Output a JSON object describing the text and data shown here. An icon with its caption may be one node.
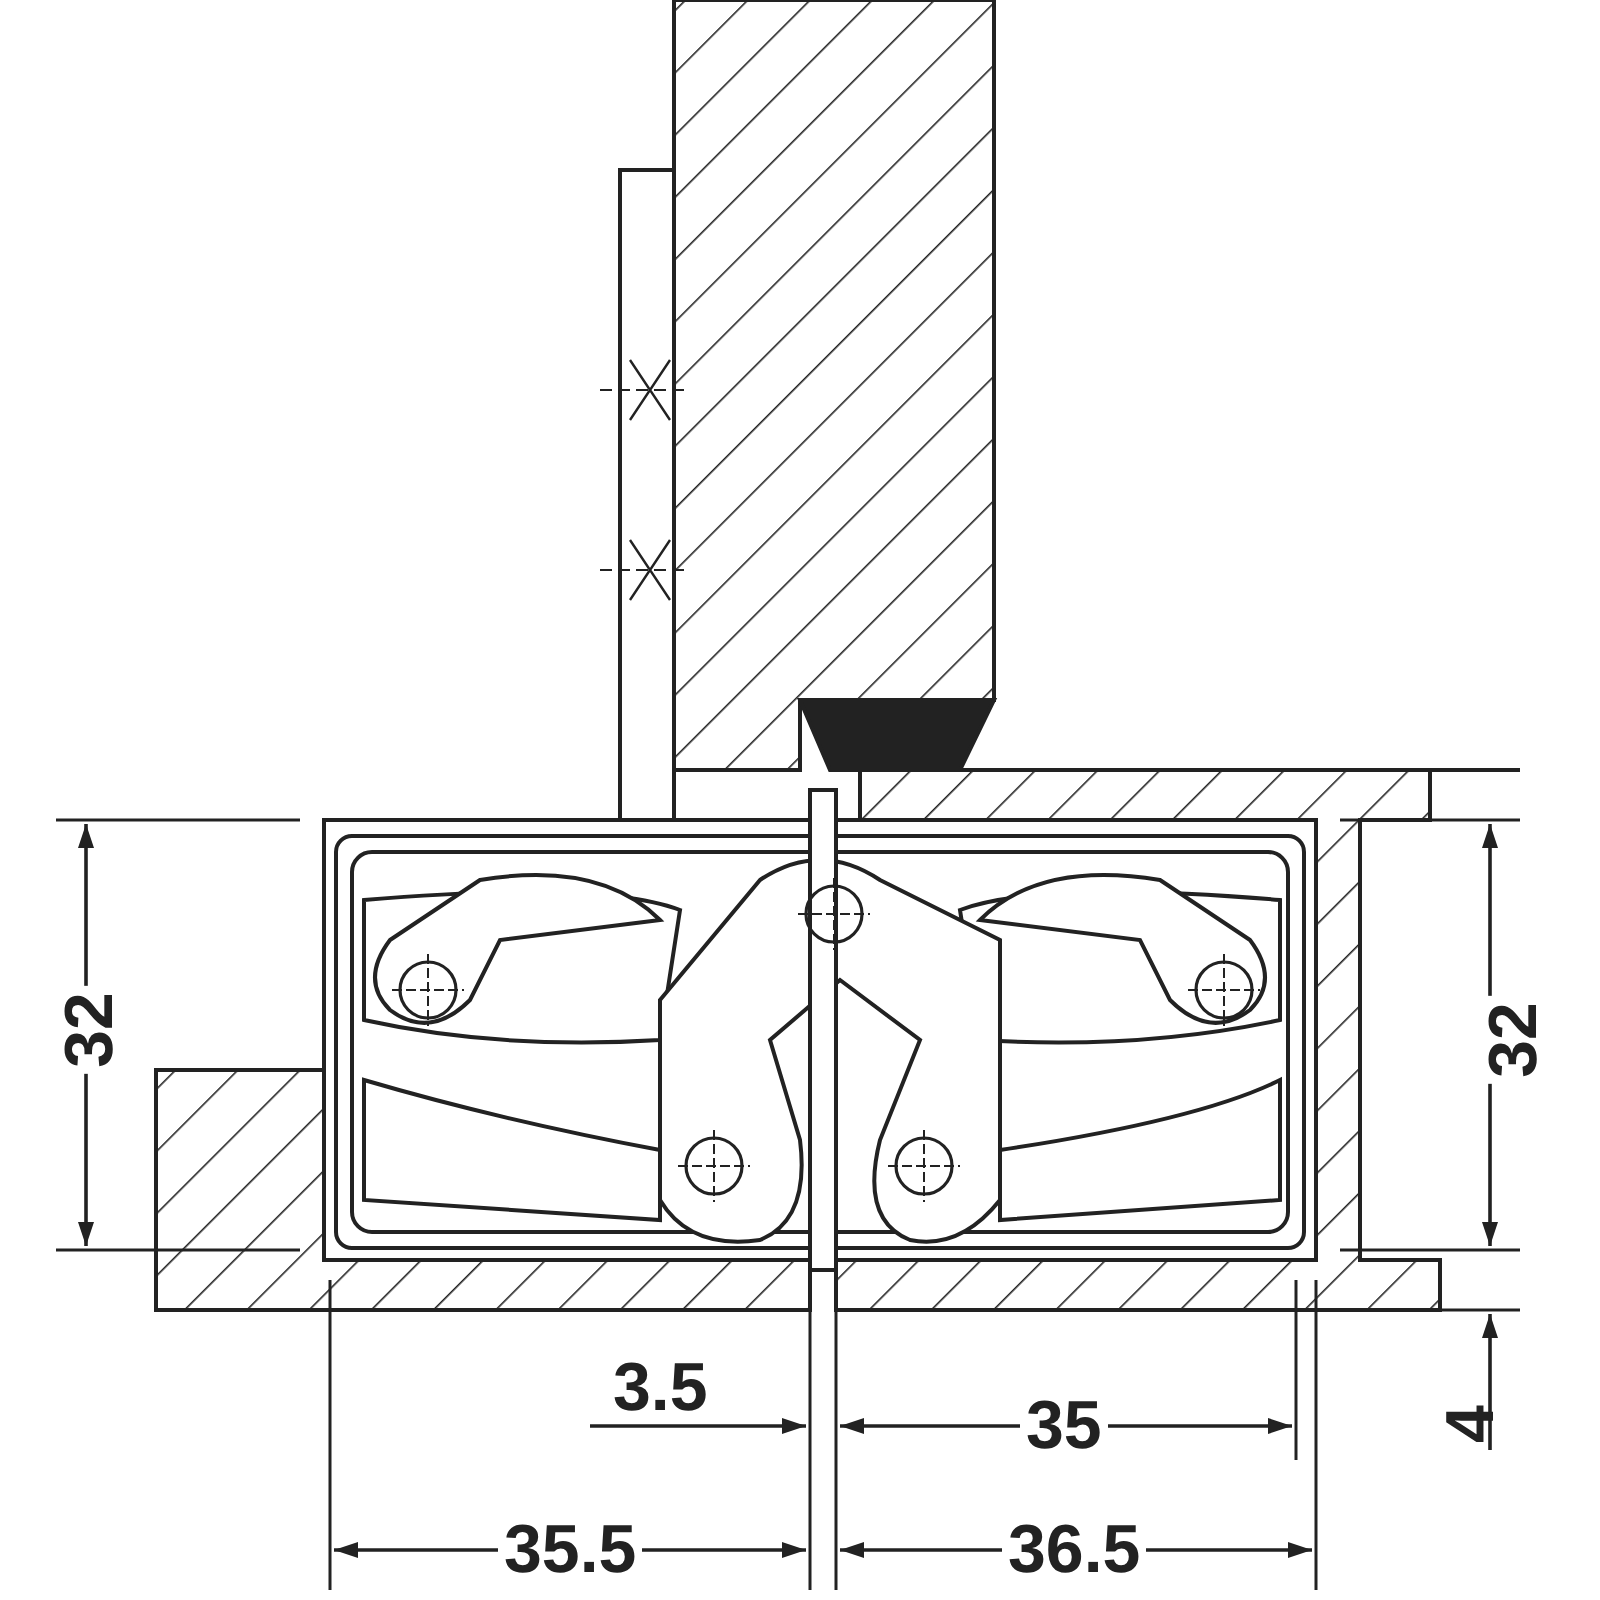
{
  "diagram": {
    "labels": [
      "32",
      "32",
      "3.5",
      "35",
      "4",
      "35.5",
      "36.5"
    ]
  }
}
